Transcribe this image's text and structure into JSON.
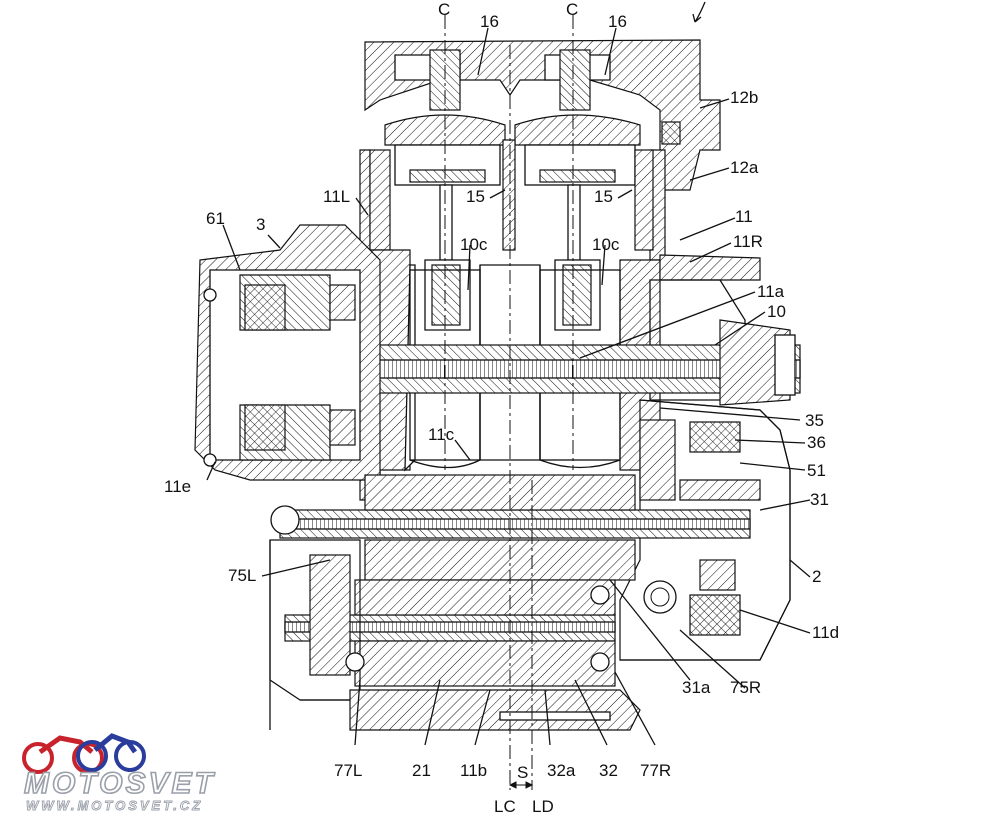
{
  "labels": {
    "c_left": "C",
    "c_right": "C",
    "n16_left": "16",
    "n16_right": "16",
    "n12b": "12b",
    "n12a": "12a",
    "n11L": "11L",
    "n15_left": "15",
    "n15_right": "15",
    "n61": "61",
    "n3": "3",
    "n11": "11",
    "n11R": "11R",
    "n10c_left": "10c",
    "n10c_right": "10c",
    "n11a": "11a",
    "n10": "10",
    "n35": "35",
    "n36": "36",
    "n11c": "11c",
    "n51": "51",
    "n11e": "11e",
    "n31": "31",
    "n75L": "75L",
    "n2": "2",
    "n11d": "11d",
    "n31a": "31a",
    "n75R": "75R",
    "n77L": "77L",
    "n21": "21",
    "n11b": "11b",
    "n32a": "32a",
    "n32": "32",
    "n77R": "77R",
    "S": "S",
    "LC": "LC",
    "LD": "LD"
  },
  "watermark": {
    "brand": "MOTOSVET",
    "url": "WWW.MOTOSVET.CZ",
    "colors": {
      "red": "#c8232c",
      "blue": "#2a3d9c",
      "text_fill": "#ffffff",
      "text_stroke": "#9aa0aa"
    }
  }
}
